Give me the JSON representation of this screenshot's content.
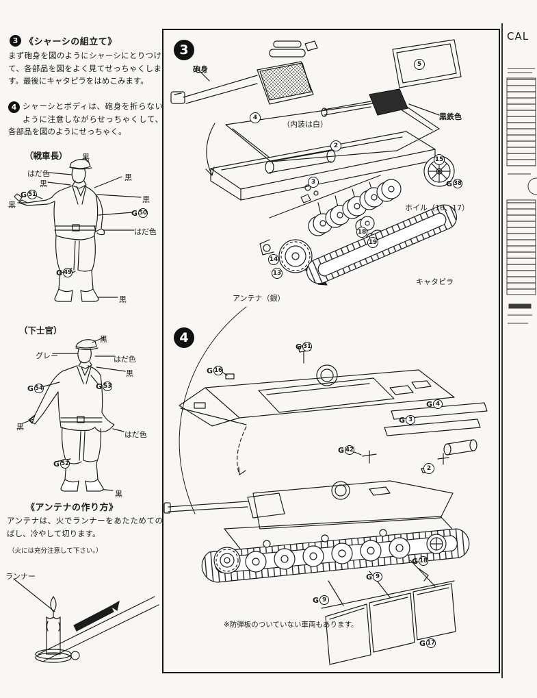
{
  "colors": {
    "ink": "#1b1b1b",
    "paper": "#f8f7f3"
  },
  "meta": {
    "edge_caption": "CAL"
  },
  "step3": {
    "number": "3",
    "title": "《シャーシの組立て》",
    "body": "まず砲身を図のようにシャーシにとりつけて、各部品を図をよく見てせっちゃくします。最後にキャタピラをはめこみます。"
  },
  "step4": {
    "number": "4",
    "body": "シャーシとボディは、砲身を折らないように注意しながらせっちゃくして、各部品を図のようにせっちゃく。"
  },
  "commander": {
    "title": "（戦車長）",
    "paint": [
      "黒",
      "はだ色",
      "黒",
      "黒",
      "黒",
      "黒",
      "はだ色",
      "黒"
    ],
    "parts": [
      {
        "g": "G",
        "n": "51"
      },
      {
        "g": "G",
        "n": "50"
      },
      {
        "g": "G",
        "n": "49"
      }
    ]
  },
  "nco": {
    "title": "（下士官）",
    "paint": [
      "黒",
      "グレー",
      "はだ色",
      "黒",
      "黒",
      "はだ色",
      "黒"
    ],
    "parts": [
      {
        "g": "G",
        "n": "54"
      },
      {
        "g": "G",
        "n": "53"
      },
      {
        "g": "G",
        "n": "52"
      }
    ]
  },
  "antenna": {
    "title": "《アンテナの作り方》",
    "body": "アンテナは、火でランナーをあたためてのばし、冷やして切ります。",
    "caution": "（火には充分注意して下さい。）",
    "runner": "ランナー"
  },
  "d3": {
    "num": "3",
    "gun": "砲身",
    "interior": "（内装は白）",
    "black_iron": "黒鉄色",
    "g38": {
      "g": "G",
      "n": "38"
    },
    "wheel": "ホイル（16、17）",
    "track": "キャタピラ",
    "antenna_silver": "アンテナ（銀）",
    "pnums": [
      "5",
      "4",
      "2",
      "3",
      "15",
      "18",
      "19",
      "14",
      "13"
    ]
  },
  "d4": {
    "num": "4",
    "g31": {
      "g": "G",
      "n": "31"
    },
    "g16": {
      "g": "G",
      "n": "16"
    },
    "g4": {
      "g": "G",
      "n": "4"
    },
    "g3": {
      "g": "G",
      "n": "3"
    },
    "g42": {
      "g": "G",
      "n": "42"
    },
    "p2": "2",
    "g18": {
      "g": "G",
      "n": "18"
    },
    "g9a": {
      "g": "G",
      "n": "9"
    },
    "g9b": {
      "g": "G",
      "n": "9"
    },
    "g17": {
      "g": "G",
      "n": "17"
    },
    "note": "※防弾板のついていない車両もあります。"
  }
}
